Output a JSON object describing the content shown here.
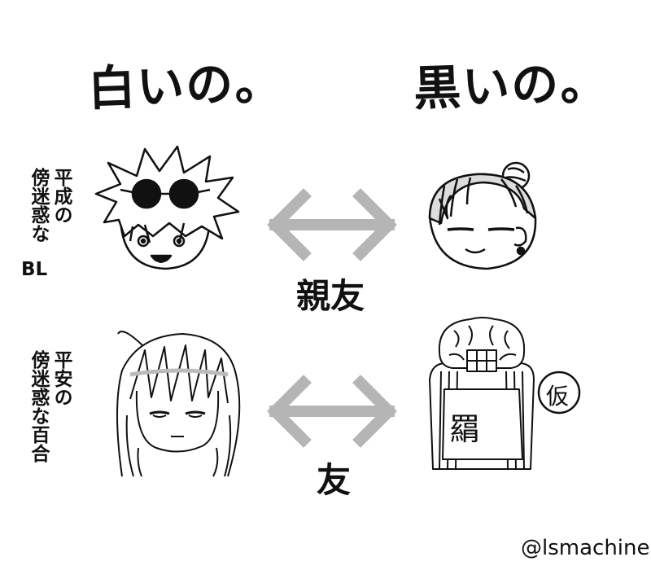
{
  "headings": {
    "white": "白いの。",
    "black": "黒いの。"
  },
  "captions": {
    "top": [
      "平成の",
      "傍迷惑な",
      "BL"
    ],
    "bottom": [
      "平安の",
      "傍迷惑な百合"
    ]
  },
  "relations": {
    "top": "親友",
    "bottom": "友"
  },
  "characters": {
    "bottom_right_sign": "羂",
    "stamp": "仮"
  },
  "credit": "@lsmachine",
  "colors": {
    "arrow": "#b5b5b5",
    "ink": "#111111"
  }
}
